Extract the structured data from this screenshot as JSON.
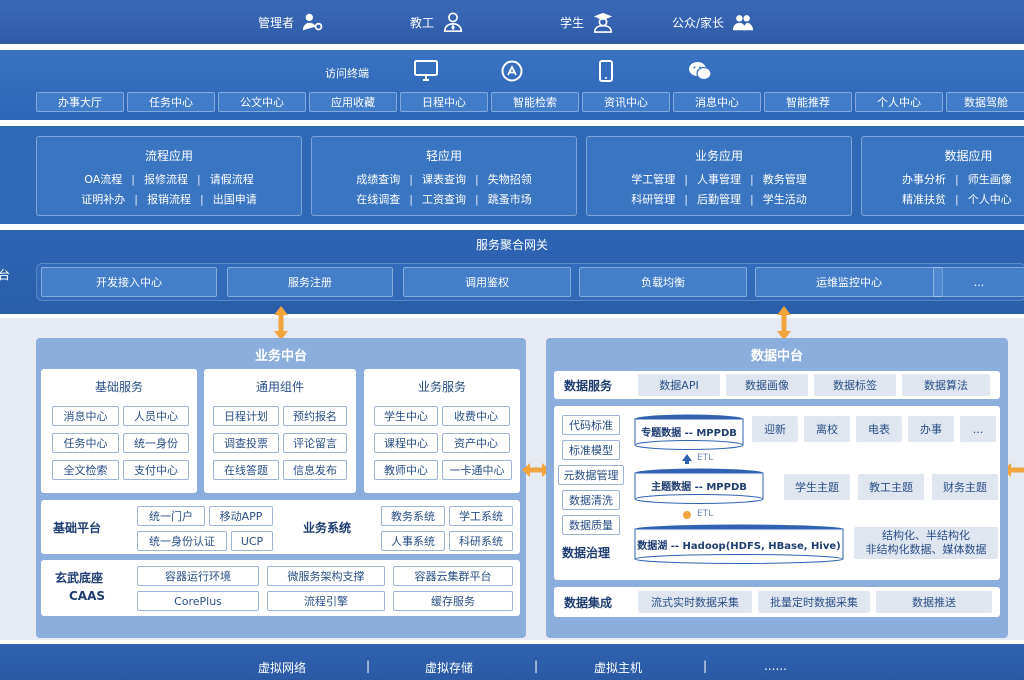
{
  "users": [
    {
      "label": "管理者",
      "icon": "admin-gear-icon"
    },
    {
      "label": "教工",
      "icon": "staff-icon"
    },
    {
      "label": "学生",
      "icon": "student-cap-icon"
    },
    {
      "label": "公众/家长",
      "icon": "public-parents-icon"
    }
  ],
  "access": {
    "label": "访问终端",
    "terminals": [
      "desktop-monitor-icon",
      "app-store-icon",
      "mobile-phone-icon",
      "wechat-icon"
    ],
    "channels": [
      "办事大厅",
      "任务中心",
      "公文中心",
      "应用收藏",
      "日程中心",
      "智能检索",
      "资讯中心",
      "消息中心",
      "智能推荐",
      "个人中心",
      "数据驾舱"
    ]
  },
  "apps": [
    {
      "title": "流程应用",
      "lines": [
        [
          "OA流程",
          "报修流程",
          "请假流程"
        ],
        [
          "证明补办",
          "报销流程",
          "出国申请"
        ]
      ]
    },
    {
      "title": "轻应用",
      "lines": [
        [
          "成绩查询",
          "课表查询",
          "失物招领"
        ],
        [
          "在线调查",
          "工资查询",
          "跳蚤市场"
        ]
      ]
    },
    {
      "title": "业务应用",
      "lines": [
        [
          "学工管理",
          "人事管理",
          "教务管理"
        ],
        [
          "科研管理",
          "后勤管理",
          "学生活动"
        ]
      ]
    },
    {
      "title": "数据应用",
      "lines": [
        [
          "办事分析",
          "师生画像"
        ],
        [
          "精准扶贫",
          "个人中心"
        ]
      ]
    }
  ],
  "gateway": {
    "title": "服务聚合网关",
    "side_label": "台",
    "items": [
      "开发接入中心",
      "服务注册",
      "调用鉴权",
      "负载均衡",
      "运维监控中心",
      "..."
    ]
  },
  "business_platform": {
    "title": "业务中台",
    "groups": [
      {
        "title": "基础服务",
        "items": [
          "消息中心",
          "人员中心",
          "任务中心",
          "统一身份",
          "全文检索",
          "支付中心"
        ]
      },
      {
        "title": "通用组件",
        "items": [
          "日程计划",
          "预约报名",
          "调查投票",
          "评论留言",
          "在线答题",
          "信息发布"
        ]
      },
      {
        "title": "业务服务",
        "items": [
          "学生中心",
          "收费中心",
          "课程中心",
          "资产中心",
          "教师中心",
          "一卡通中心"
        ]
      }
    ],
    "base_platform": {
      "label": "基础平台",
      "items": [
        "统一门户",
        "移动APP",
        "统一身份认证",
        "UCP"
      ]
    },
    "business_systems": {
      "label": "业务系统",
      "items": [
        "教务系统",
        "学工系统",
        "人事系统",
        "科研系统"
      ]
    },
    "caas": {
      "label_line1": "玄武底座",
      "label_line2": "CAAS",
      "items": [
        "容器运行环境",
        "微服务架构支撑",
        "容器云集群平台",
        "CorePlus",
        "流程引擎",
        "缓存服务"
      ]
    }
  },
  "data_platform": {
    "title": "数据中台",
    "data_service": {
      "label": "数据服务",
      "items": [
        "数据API",
        "数据画像",
        "数据标签",
        "数据算法"
      ]
    },
    "governance": {
      "label": "数据治理",
      "items": [
        "代码标准",
        "标准模型",
        "元数据管理",
        "数据清洗",
        "数据质量"
      ]
    },
    "layers": [
      {
        "name": "专题数据 -- MPPDB",
        "chips": [
          "迎新",
          "离校",
          "电表",
          "办事",
          "..."
        ]
      },
      {
        "name": "主题数据 -- MPPDB",
        "chips": [
          "学生主题",
          "教工主题",
          "财务主题"
        ]
      },
      {
        "name": "数据湖 -- Hadoop(HDFS, HBase, Hive)",
        "chips": []
      }
    ],
    "etl_label": "ETL",
    "lake_note": [
      "结构化、半结构化",
      "非结构化数据、媒体数据"
    ],
    "integration": {
      "label": "数据集成",
      "items": [
        "流式实时数据采集",
        "批量定时数据采集",
        "数据推送"
      ]
    }
  },
  "infra": {
    "items": [
      "虚拟网络",
      "虚拟存储",
      "虚拟主机",
      "......"
    ]
  },
  "colors": {
    "navy": "#2f62b0",
    "panel": "#8caedc",
    "orange_arrow": "#f0a43b",
    "text_dark": "#2a4f86"
  }
}
